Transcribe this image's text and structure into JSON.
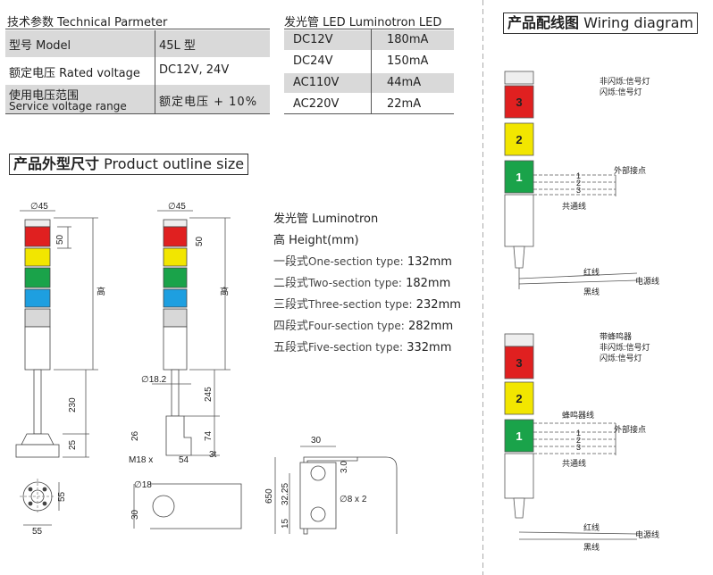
{
  "tech": {
    "title": "技术参数 Technical Parmeter",
    "rows": [
      {
        "label": "型号 Model",
        "value": "45L 型"
      },
      {
        "label": "额定电压 Rated voltage",
        "value": "DC12V, 24V"
      },
      {
        "label": "使用电压范围",
        "label2": "Service voltage range",
        "value": "额定电压 + 10%"
      }
    ]
  },
  "led": {
    "title": "发光管 LED Luminotron LED",
    "rows": [
      {
        "voltage": "DC12V",
        "current": "180mA"
      },
      {
        "voltage": "DC24V",
        "current": "150mA"
      },
      {
        "voltage": "AC110V",
        "current": "44mA"
      },
      {
        "voltage": "AC220V",
        "current": "22mA"
      }
    ]
  },
  "outline": {
    "title_cn": "产品外型尺寸",
    "title_en": "Product outline size",
    "lum_title": "发光管 Luminotron",
    "height_label": "高 Height(mm)",
    "sections": [
      {
        "cn": "一段式",
        "en": "One-section type:",
        "val": "132mm"
      },
      {
        "cn": "二段式",
        "en": "Two-section type:",
        "val": "182mm"
      },
      {
        "cn": "三段式",
        "en": "Three-section type:",
        "val": "232mm"
      },
      {
        "cn": "四段式",
        "en": "Four-section type:",
        "val": "282mm"
      },
      {
        "cn": "五段式",
        "en": "Five-section type:",
        "val": "332mm"
      }
    ],
    "dims": {
      "d45a": "∅45",
      "d45b": "∅45",
      "h50a": "50",
      "h50b": "50",
      "high_a": "高",
      "high_b": "高",
      "d18_2": "∅18.2",
      "l245": "245",
      "l230": "230",
      "l25": "25",
      "l26": "26",
      "l74": "74",
      "m18": "M18 x",
      "l54": "54",
      "l3t": "3t",
      "d18": "∅18",
      "l30a": "30",
      "l55a": "55",
      "l55b": "55",
      "l30b": "30",
      "l3_0": "3.0",
      "l650": "650",
      "l32_25": "32.25",
      "l15": "15",
      "d8x2": "∅8 x 2"
    }
  },
  "wiring": {
    "title_cn": "产品配线图",
    "title_en": "Wiring diagram",
    "top": {
      "note1": "非闪烁:信号灯",
      "note2": "闪烁:信号灯",
      "ext": "外部接点",
      "common": "共通线",
      "red": "红线",
      "black": "黑线",
      "power": "电源线",
      "n1": "1",
      "n2": "2",
      "n3": "3",
      "lamp3": "3",
      "lamp2": "2",
      "lamp1": "1"
    },
    "bottom": {
      "note0": "带蜂鸣器",
      "note1": "非闪烁:信号灯",
      "note2": "闪烁:信号灯",
      "buzzer": "蜂鸣器线",
      "ext": "外部接点",
      "common": "共通线",
      "red": "红线",
      "black": "黑线",
      "power": "电源线",
      "n1": "1",
      "n2": "2",
      "n3": "3",
      "lamp3": "3",
      "lamp2": "2",
      "lamp1": "1"
    }
  },
  "colors": {
    "red": "#e02020",
    "yellow": "#f2e600",
    "green": "#1aa34a",
    "blue": "#1e9fe0",
    "gray": "#d9d9d9"
  }
}
